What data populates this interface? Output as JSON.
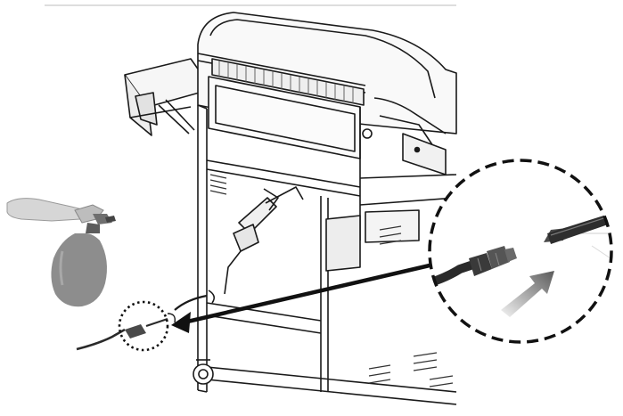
{
  "figure": {
    "subject": "gas-grill-leak-test",
    "parts": [
      {
        "id": "grill",
        "icon": "grill-illustration"
      },
      {
        "id": "spray-bottle",
        "icon": "spray-bottle-icon"
      },
      {
        "id": "hose-connection",
        "icon": "hose-connector-icon"
      },
      {
        "id": "detail-callout",
        "icon": "magnified-connector-icon"
      },
      {
        "id": "callout-arrow",
        "icon": "arrow-icon"
      },
      {
        "id": "direction-arrow",
        "icon": "gradient-arrow-icon"
      }
    ]
  },
  "colors": {
    "line": "#1a1a1a",
    "panel": "#f4f4f4",
    "hose": "#2a2a2a",
    "bottle": "#8a8a8a",
    "hand": "#cfcfcf",
    "dash": "#111111",
    "arrow_light": "#f2f2f2",
    "arrow_dark": "#666666"
  }
}
